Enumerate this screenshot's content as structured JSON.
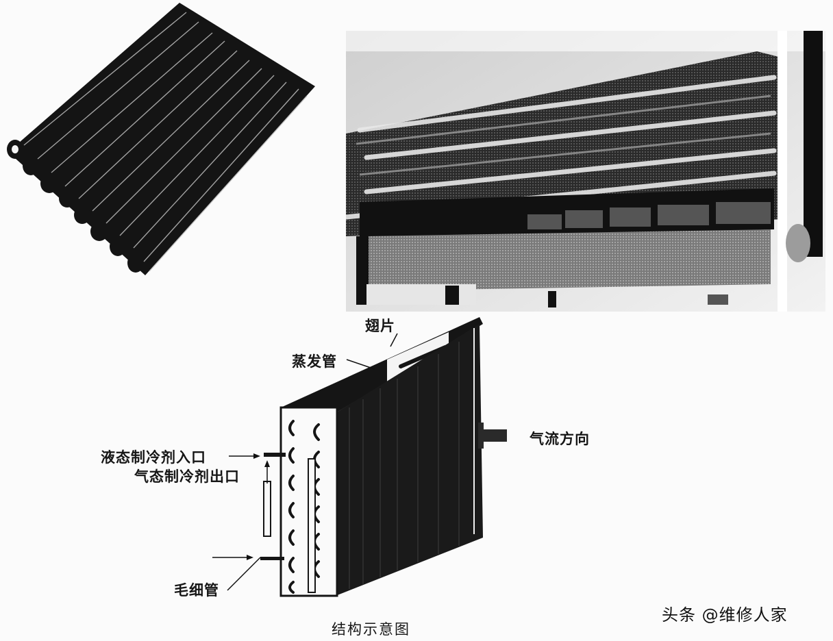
{
  "figure": {
    "photos": [
      {
        "id": "photo-left",
        "subject": "tube-plate evaporator (black finned tubes)"
      },
      {
        "id": "photo-right",
        "subject": "evaporator inside split air-conditioner indoor unit"
      }
    ],
    "diagram": {
      "labels": {
        "fin": "翅片",
        "evaporator_tube": "蒸发管",
        "liquid_refrigerant_inlet": "液态制冷剂入口",
        "gas_refrigerant_outlet": "气态制冷剂出口",
        "airflow_direction": "气流方向",
        "capillary_tube": "毛细管"
      },
      "caption": "结构示意图"
    }
  },
  "watermark": "头条 @维修人家",
  "colors": {
    "background": "#fbfbfb",
    "ink": "#111111",
    "photo_dark": "#141414",
    "photo_mid": "#6a6a6a",
    "photo_light": "#d8d8d8"
  }
}
